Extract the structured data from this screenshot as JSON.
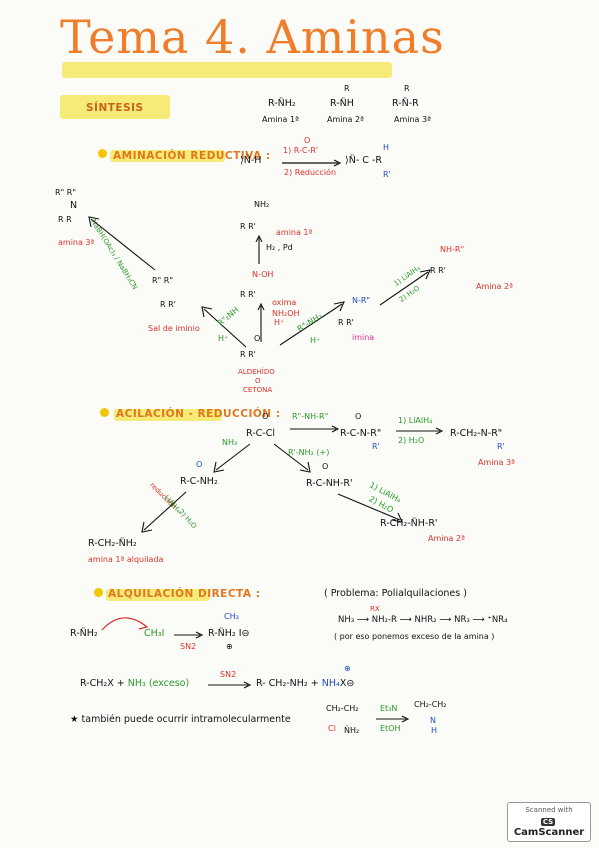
{
  "title": "Tema 4. Aminas",
  "section_sintesis": "SÍNTESIS",
  "amine_types": [
    {
      "formula": "R-N̈H₂",
      "label": "Amina 1ª"
    },
    {
      "formula": "R-N̈H",
      "top": "R",
      "label": "Amina 2ª"
    },
    {
      "formula": "R-N̈-R",
      "top": "R",
      "label": "Amina 3ª"
    }
  ],
  "aminacion": {
    "heading": "AMINACIÓN REDUCTIVA :",
    "reactant": "⟩N̈-H",
    "reagent1": "1) R-C-R'",
    "reagent1_top": "O",
    "reagent2": "2) Reducción",
    "product": "⟩N̈- C -R",
    "product_top": "H",
    "product_bot": "R'",
    "amina3_struct_top": "R\"  R\"",
    "amina3_struct_n": "N",
    "amina3_struct_bot": "R   R",
    "amina3_label": "amina 3ª",
    "nabh": "NaBH(OAc)₃ / NaBH₃CN",
    "nh2_top": "NH₂",
    "nh2_struct": "R   R'",
    "amina1_label": "amina 1ª",
    "h2pd": "H₂ , Pd",
    "noh": "N-OH",
    "oxima_struct": "R   R'",
    "oxima_label": "oxima",
    "nh2oh": "NH₂OH",
    "hplus": "H⁺",
    "sal_struct1": "R\"  R\"",
    "sal_struct2": "R   R'",
    "sal_label": "Sal de iminio",
    "r2nh": "R\"₂NH",
    "r2nh_h": "H⁺",
    "center_struct": "R   R'",
    "center_o": "O",
    "aldehido": "ALDEHÍDO",
    "o": "O",
    "cetona": "CETONA",
    "rnh2": "R\"-NH₂",
    "rnh2_h": "H⁺",
    "imina_top": "N-R\"",
    "imina_struct": "R   R'",
    "imina_label": "imina",
    "lialh4": "1) LiAlH₄",
    "h2o": "2) H₂O",
    "amina2_top": "NH-R\"",
    "amina2_struct": "R   R'",
    "amina2_label": "Amina 2ª"
  },
  "acilacion": {
    "heading": "ACILACIÓN - REDUCCIÓN :",
    "acyl": "R-C-Cl",
    "acyl_o": "O",
    "r2nh": "R\"-NH-R\"",
    "amide3": "R-C-N-R\"",
    "amide3_o": "O",
    "amide3_r": "R'",
    "lialh4a": "1) LiAlH₄",
    "h2oa": "2) H₂O",
    "amine3": "R-CH₂-N-R\"",
    "amine3_r": "R'",
    "amina3_label": "Amina 3ª",
    "nh3": "NH₃",
    "amide1": "R-C-NH₂",
    "amide1_o": "O",
    "reduccion": "reducción",
    "lialh4b": "LiAlH₄",
    "h2ob": "2) H₂O",
    "amine1": "R-CH₂-N̈H₂",
    "amine1_label": "amina 1ª alquilada",
    "rnh2": "R'-NH₂ (+)",
    "amide2": "R-C-NH-R'",
    "amide2_o": "O",
    "lialh4c": "1) LiAlH₄",
    "h2oc": "2) H₂O",
    "amine2": "R-CH₂-N̈H-R'",
    "amina2_label": "Amina 2ª"
  },
  "alquilacion": {
    "heading": "ALQUILACIÓN DIRECTA :",
    "problem": "( Problema: Polialquilaciones )",
    "chain": "NH₃ ⟶ NH₂-R ⟶ NHR₂ ⟶ NR₃ ⟶ ⁺NR₄",
    "rx": "RX",
    "chain_note": "( por eso ponemos exceso de la amina )",
    "amine": "R-N̈H₂",
    "ch3i": "CH₃I",
    "sn2": "SN2",
    "product": "R-N̈H₂ I⊖",
    "product_ch3": "CH₃",
    "product_plus": "⊕",
    "eq2_left": "R-CH₂X + ",
    "eq2_nh3": "NH₃ (exceso)",
    "eq2_sn2": "SN2",
    "eq2_right": "R- CH₂-NH₂ + ",
    "eq2_nh4": "NH₄",
    "eq2_x": "X⊖",
    "eq2_plus": "⊕",
    "intra": "★ también puede ocurrir intramolecularmente",
    "intra_top": "CH₂-CH₂",
    "intra_cl": "Cl",
    "intra_nh2": "N̈H₂",
    "et3n": "Et₃N",
    "etoh": "EtOH",
    "aziridine_top": "CH₂-CH₂",
    "aziridine_n": "N",
    "aziridine_h": "H"
  },
  "scanner": {
    "line1": "Scanned with",
    "line2": "CamScanner",
    "logo": "CS"
  }
}
